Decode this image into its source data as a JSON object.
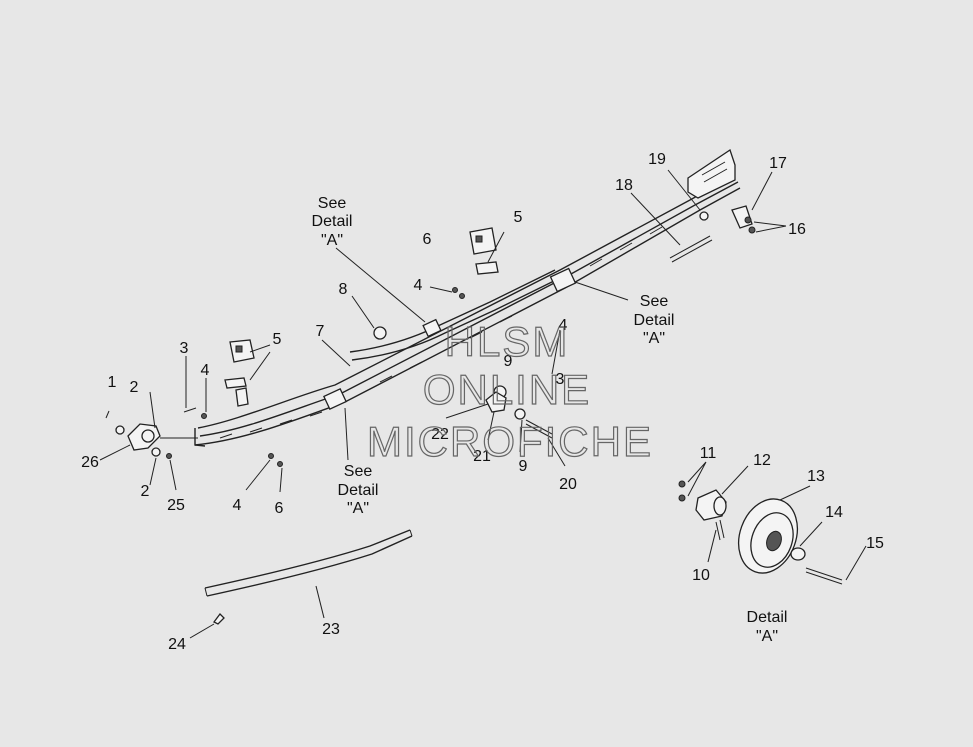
{
  "labels": {
    "l1": "1",
    "l2a": "2",
    "l2b": "2",
    "l3a": "3",
    "l3b": "3",
    "l4a": "4",
    "l4b": "4",
    "l4c": "4",
    "l4d": "4",
    "l5a": "5",
    "l5b": "5",
    "l6a": "6",
    "l6b": "6",
    "l7": "7",
    "l8": "8",
    "l9a": "9",
    "l9b": "9",
    "l10": "10",
    "l11": "11",
    "l12": "12",
    "l13": "13",
    "l14": "14",
    "l15": "15",
    "l16": "16",
    "l17": "17",
    "l18": "18",
    "l19": "19",
    "l20": "20",
    "l21": "21",
    "l22": "22",
    "l23": "23",
    "l24": "24",
    "l25": "25",
    "l26": "26"
  },
  "see_detail_1": [
    "See",
    "Detail",
    "\"A\""
  ],
  "see_detail_2": [
    "See",
    "Detail",
    "\"A\""
  ],
  "see_detail_3": [
    "See",
    "Detail",
    "\"A\""
  ],
  "detail_caption": [
    "Detail",
    "\"A\""
  ],
  "watermark": [
    "HLSM",
    "ONLINE",
    "MICROFICHE"
  ]
}
